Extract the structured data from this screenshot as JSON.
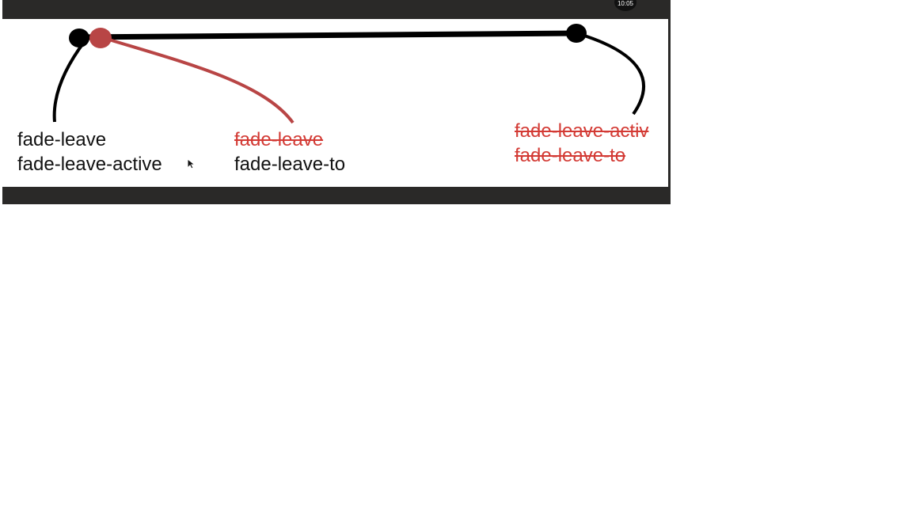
{
  "video": {
    "timer": "10:05"
  },
  "diagram": {
    "colors": {
      "stage_line": "#000000",
      "struck_text": "#d33a34",
      "red_node": "#b84545"
    },
    "start_labels": {
      "line1": "fade-leave",
      "line2": "fade-leave-active"
    },
    "middle_labels": {
      "line1": "fade-leave",
      "line2": "fade-leave-to"
    },
    "end_labels": {
      "line1": "fade-leave-activ",
      "line2": "fade-leave-to"
    }
  }
}
